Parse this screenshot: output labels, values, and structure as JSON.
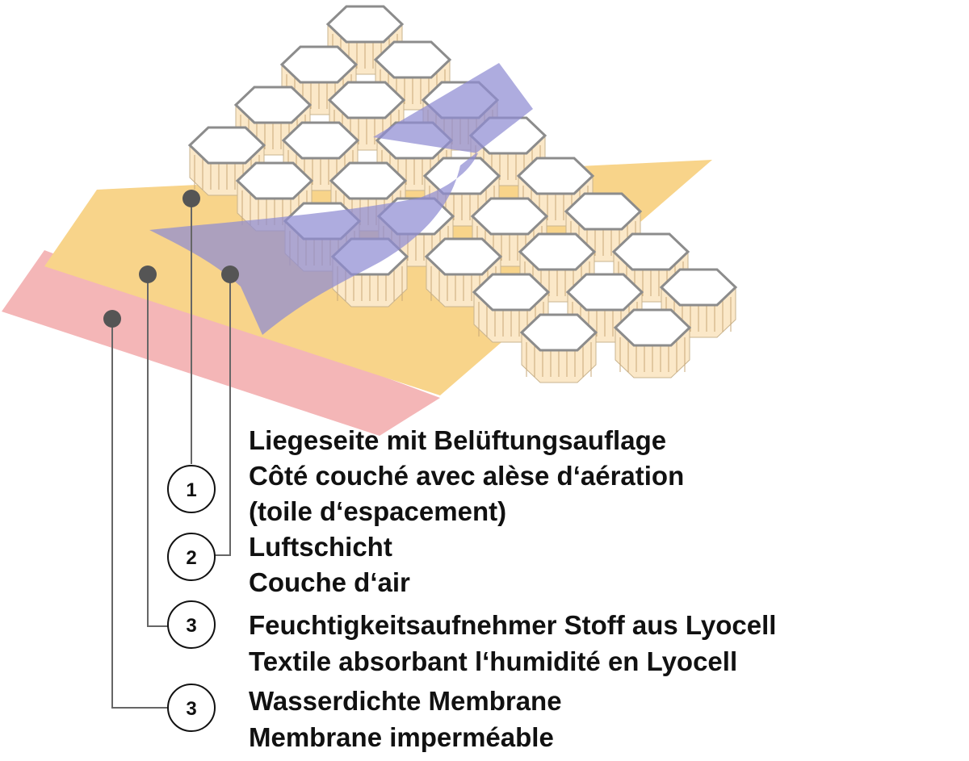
{
  "colors": {
    "membrane": "#f4b6b7",
    "textile": "#f8d48a",
    "spacer_wall": "#fbe8c8",
    "hex_stroke": "#8c8c8c",
    "hex_fill": "#ffffff",
    "airflow": "#8f8cd2",
    "dot": "#555555",
    "leader": "#666666"
  },
  "callouts": [
    {
      "number": "1",
      "lines": [
        "Liegeseite mit Belüftungsauflage",
        "Côté couché avec alèse d‘aération",
        "(toile d‘espacement)"
      ]
    },
    {
      "number": "2",
      "lines": [
        "Luftschicht",
        "Couche d‘air"
      ]
    },
    {
      "number": "3",
      "lines": [
        "Feuchtigkeitsaufnehmer Stoff aus Lyocell",
        "Textile absorbant l‘humidité en Lyocell"
      ]
    },
    {
      "number": "3",
      "lines": [
        "Wasserdichte Membrane",
        "Membrane imperméable"
      ]
    }
  ]
}
